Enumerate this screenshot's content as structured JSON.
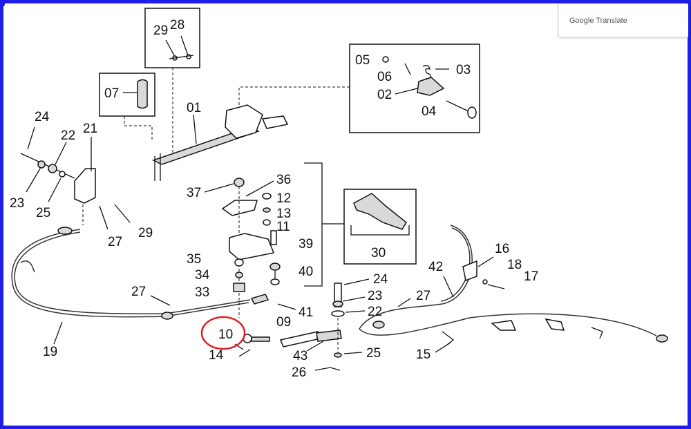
{
  "overlay": {
    "popup_label": "Google Translate"
  },
  "highlight": {
    "color": "#e02020",
    "target": "10"
  },
  "frame_color": "#1e1ee6",
  "labels": {
    "l29a": "29",
    "l28": "28",
    "l05": "05",
    "l06": "06",
    "l03": "03",
    "l02": "02",
    "l04": "04",
    "l07": "07",
    "l01": "01",
    "l24a": "24",
    "l22a": "22",
    "l21": "21",
    "l23a": "23",
    "l25a": "25",
    "l27a": "27",
    "l29b": "29",
    "l37": "37",
    "l36": "36",
    "l12": "12",
    "l13": "13",
    "l11": "11",
    "l39": "39",
    "l35": "35",
    "l34": "34",
    "l40": "40",
    "l33": "33",
    "l27b": "27",
    "l41": "41",
    "l24b": "24",
    "l23b": "23",
    "l22b": "22",
    "l27c": "27",
    "l09": "09",
    "l10": "10",
    "l14": "14",
    "l43": "43",
    "l25b": "25",
    "l26": "26",
    "l19": "19",
    "l30": "30",
    "l16": "16",
    "l42": "42",
    "l18": "18",
    "l17": "17",
    "l15": "15"
  }
}
